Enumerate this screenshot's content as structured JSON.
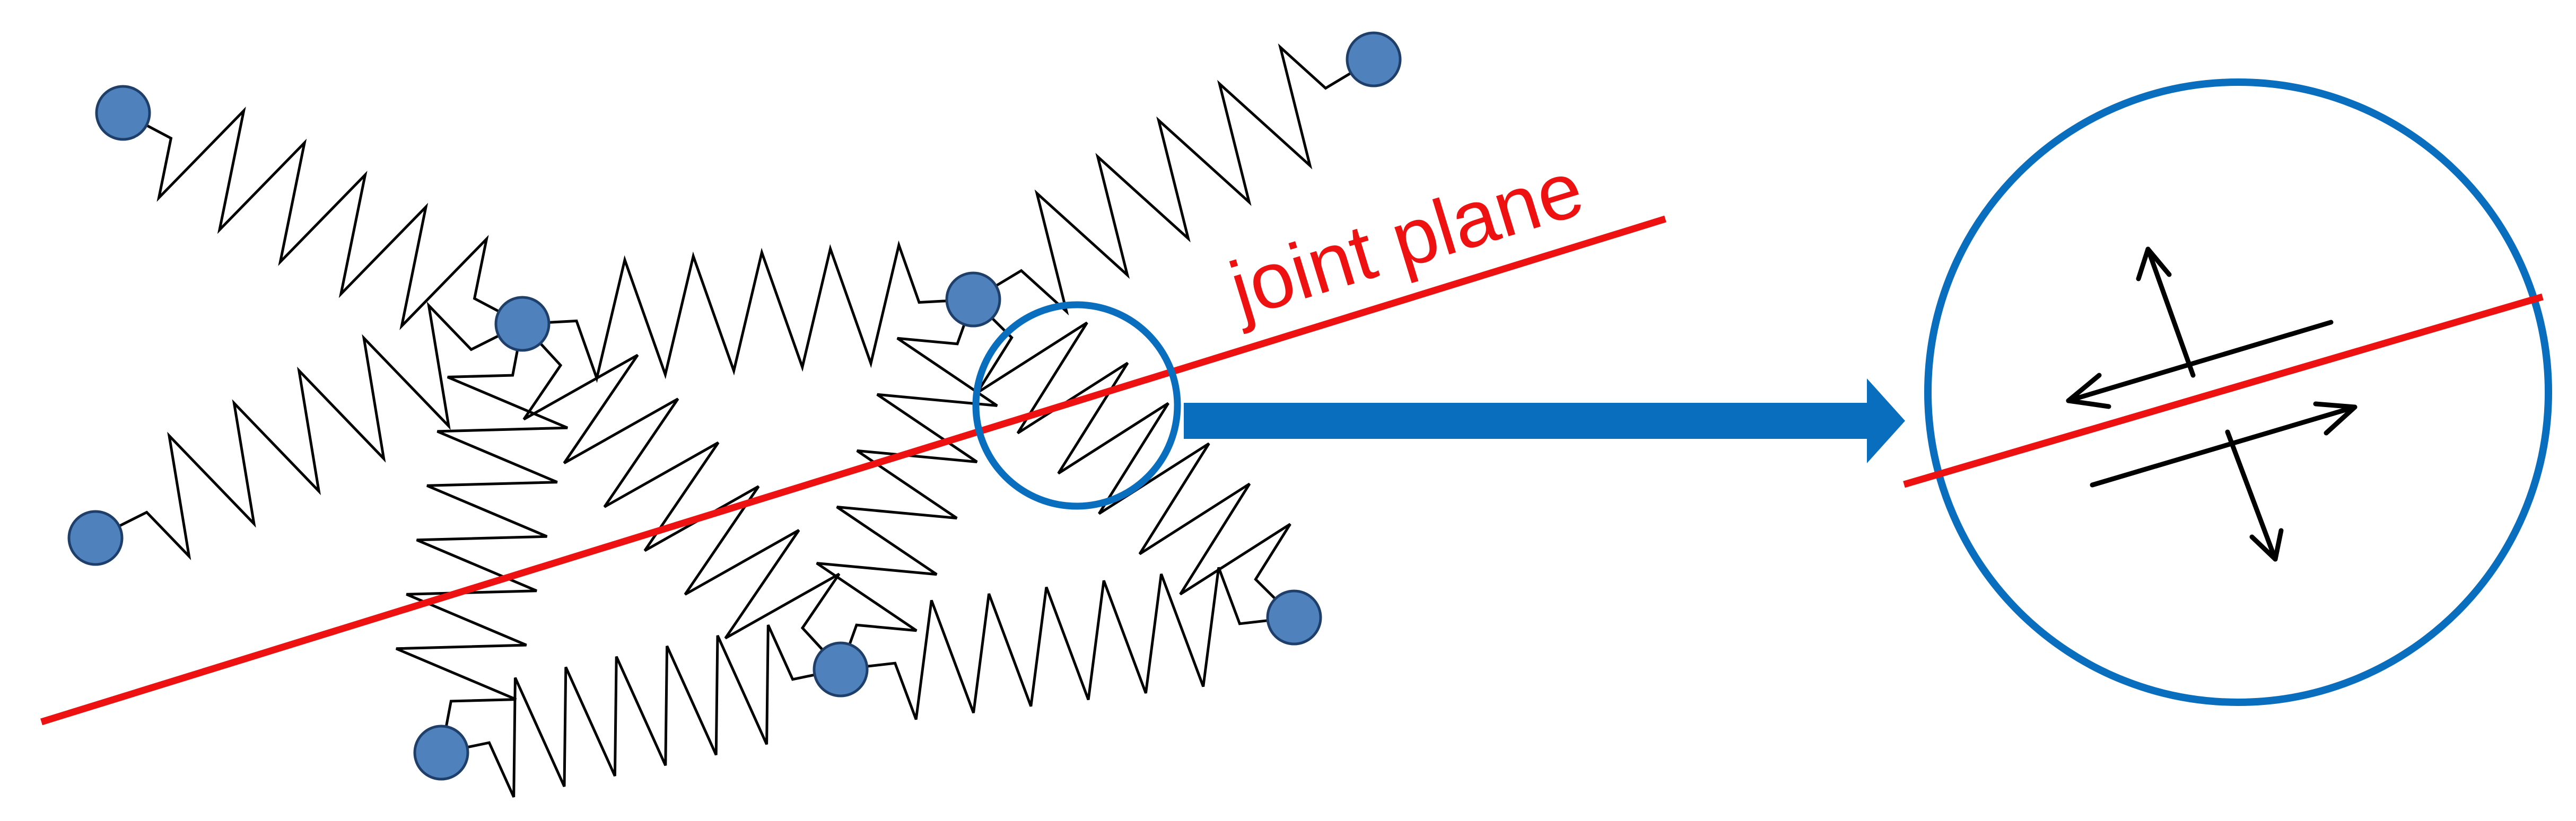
{
  "labels": {
    "joint_plane": "joint plane"
  },
  "colors": {
    "particle_fill": "#4F81BD",
    "particle_stroke": "#1F3F6B",
    "spring_stroke": "#000000",
    "joint_line": "#EE1111",
    "magnifier_circle": "#0A6EBE",
    "pointer_arrow": "#0A6EBE",
    "vector_arrow": "#000000",
    "label_color": "#EE1111"
  },
  "icons": {
    "particle": "circle-particle",
    "spring": "zigzag-spring",
    "pointer": "block-arrow-right",
    "vector": "line-arrow"
  }
}
